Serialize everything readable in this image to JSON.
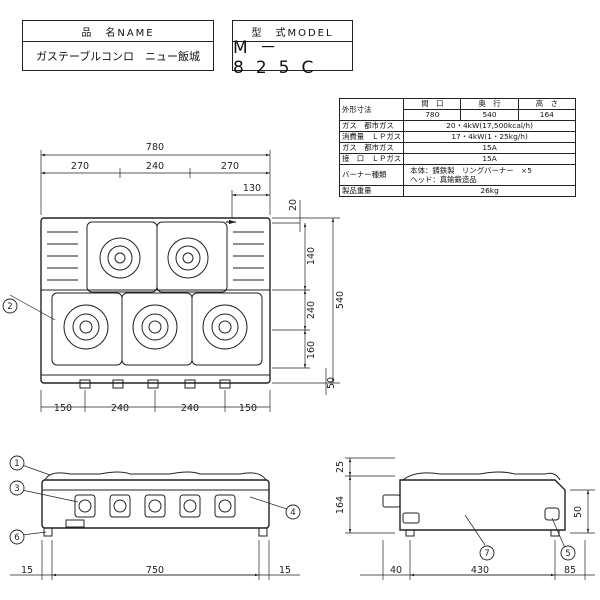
{
  "product_name": {
    "header": "品　名NAME",
    "value": "ガステーブルコンロ　ニュー飯城"
  },
  "model": {
    "header": "型　式MODEL",
    "value": "M－825C"
  },
  "spec_table": {
    "dim_label": "外形寸法",
    "col_headers": [
      "間　口",
      "奥　行",
      "高　さ"
    ],
    "dims": [
      "780",
      "540",
      "164"
    ],
    "gas_consumption": "ガス　都市ガス",
    "gas_consumption_city_value": "20・4kW(17,500kcal/h)",
    "consumption_label": "消費量",
    "lp_label": "ＬＰガス",
    "gas_consumption_lp_value": "17・4kW(1・25kg/h)",
    "gas_label": "ガス",
    "city_gas_label": "都市ガス",
    "connection_label": "接　口",
    "connection_city_value": "15A",
    "connection_lp_value": "15A",
    "burner_label": "バーナー種類",
    "burner_line1": "本体：鋳鉄製　リングバーナー　×5",
    "burner_line2": "ヘッド：真鍮鍛造品",
    "weight_label": "製品重量",
    "weight_value": "26kg"
  },
  "dimensions": {
    "overall_width": "780",
    "top_segments": [
      "270",
      "240",
      "270"
    ],
    "offset_130": "130",
    "offset_20": "20",
    "right_140": "140",
    "right_240": "240",
    "right_160": "160",
    "right_50": "50",
    "total_depth": "540",
    "bottom_segments": [
      "150",
      "240",
      "240",
      "150"
    ],
    "front_bottom": [
      "15",
      "750",
      "15"
    ],
    "side_25": "25",
    "side_164": "164",
    "side_40": "40",
    "side_430": "430",
    "side_85": "85",
    "side_50": "50"
  },
  "callouts": [
    "1",
    "2",
    "3",
    "4",
    "5",
    "6",
    "7"
  ]
}
